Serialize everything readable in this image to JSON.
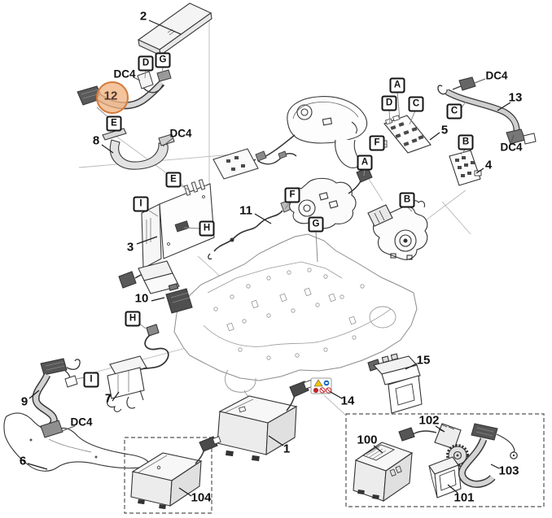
{
  "diagram": {
    "type": "exploded-parts-diagram",
    "background": "#ffffff",
    "colors": {
      "line": "#3a3a3a",
      "guide": "#b8b8b8",
      "highlight_fill": "#f0b381",
      "highlight_stroke": "#d4793a",
      "label_text": "#111111"
    },
    "highlight_label": "12",
    "part_labels": [
      "2",
      "8",
      "3",
      "11",
      "10",
      "9",
      "6",
      "7",
      "1",
      "14",
      "15",
      "5",
      "13",
      "4",
      "104",
      "100",
      "102",
      "103",
      "101"
    ],
    "connector_labels": [
      "D",
      "G",
      "E",
      "E",
      "I",
      "H",
      "F",
      "G",
      "A",
      "A",
      "D",
      "C",
      "F",
      "C",
      "B",
      "B",
      "H",
      "I"
    ],
    "connector_type_labels": [
      "DC4",
      "DC4",
      "DC4",
      "DC4",
      "DC4"
    ],
    "sticker_icons": [
      "warning-triangle-icon",
      "read-manual-icon",
      "keep-distance-icon",
      "no-ride-icon",
      "no-touch-blade-icon"
    ]
  }
}
